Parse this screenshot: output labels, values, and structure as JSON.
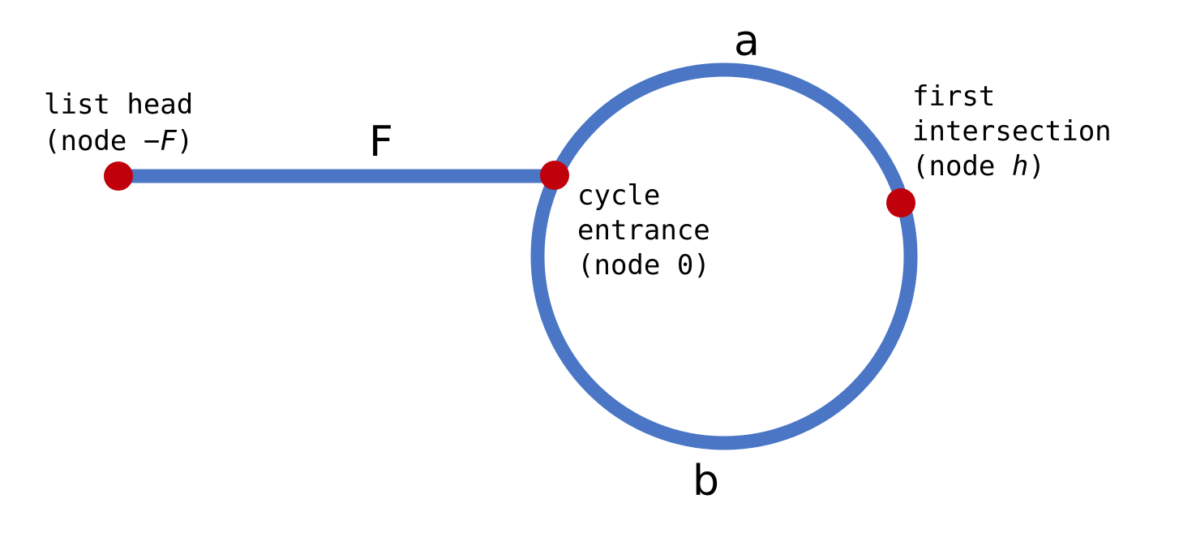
{
  "colors": {
    "line": "#4a76c5",
    "node": "#c0000b",
    "text": "#000000"
  },
  "segment_labels": {
    "tail": "F",
    "cycle_top": "a",
    "cycle_bottom": "b"
  },
  "nodes": {
    "head": {
      "line1": "list head",
      "line2_prefix": "(node ",
      "line2_var": "−F",
      "line2_suffix": ")"
    },
    "entrance": {
      "line1": "cycle",
      "line2": "entrance",
      "line3": "(node 0)"
    },
    "intersection": {
      "line1": "first",
      "line2": "intersection",
      "line3_prefix": "(node ",
      "line3_var": "h",
      "line3_suffix": ")"
    }
  }
}
